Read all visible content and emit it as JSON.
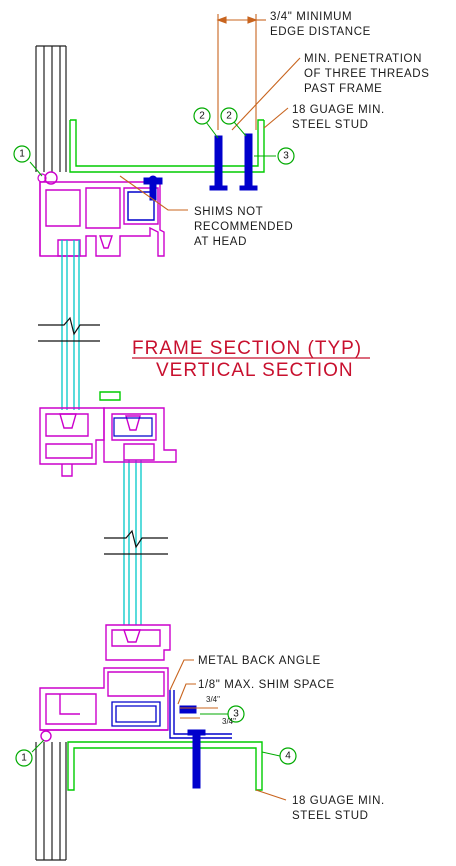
{
  "title": {
    "line1": "FRAME SECTION (TYP)",
    "line2": "VERTICAL SECTION"
  },
  "head_notes": {
    "edge_distance_1": "3/4\" MINIMUM",
    "edge_distance_2": "EDGE DISTANCE",
    "penetration_1": "MIN. PENETRATION",
    "penetration_2": "OF THREE THREADS",
    "penetration_3": "PAST FRAME",
    "stud_1": "18 GUAGE MIN.",
    "stud_2": "STEEL STUD",
    "shims_1": "SHIMS NOT",
    "shims_2": "RECOMMENDED",
    "shims_3": "AT HEAD"
  },
  "sill_notes": {
    "back_angle": "METAL BACK ANGLE",
    "shim_space": "1/8\" MAX. SHIM SPACE",
    "dim_a": "3/4\"",
    "dim_b": "3/4\"",
    "stud_1": "18 GUAGE MIN.",
    "stud_2": "STEEL STUD"
  },
  "callouts": {
    "head_sealant": "1",
    "head_fastener_a": "2",
    "head_fastener_b": "2",
    "head_stud": "3",
    "sill_fastener": "3",
    "sill_sealant": "1",
    "sill_stud": "4"
  },
  "colors": {
    "frame": "#cc00cc",
    "glass": "#00c8c8",
    "stud": "#00cc00",
    "fastener": "#0000cc",
    "leader": "#c8641e",
    "title": "#c8102e"
  }
}
